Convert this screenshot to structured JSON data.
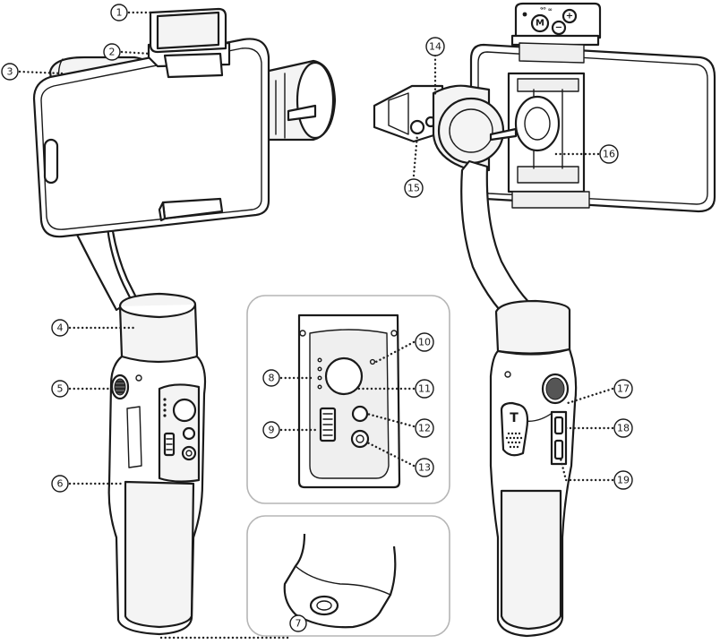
{
  "diagram": {
    "callouts": [
      {
        "label": "1"
      },
      {
        "label": "2"
      },
      {
        "label": "3"
      },
      {
        "label": "4"
      },
      {
        "label": "5"
      },
      {
        "label": "6"
      },
      {
        "label": "7"
      },
      {
        "label": "8"
      },
      {
        "label": "9"
      },
      {
        "label": "10"
      },
      {
        "label": "11"
      },
      {
        "label": "12"
      },
      {
        "label": "13"
      },
      {
        "label": "14"
      },
      {
        "label": "15"
      },
      {
        "label": "16"
      },
      {
        "label": "17"
      },
      {
        "label": "18"
      },
      {
        "label": "19"
      }
    ],
    "top_buttons": {
      "mode": "M",
      "minus": "−",
      "plus": "+",
      "indicator": "ᴳᴼ ∞"
    },
    "trigger_mark": "T"
  }
}
